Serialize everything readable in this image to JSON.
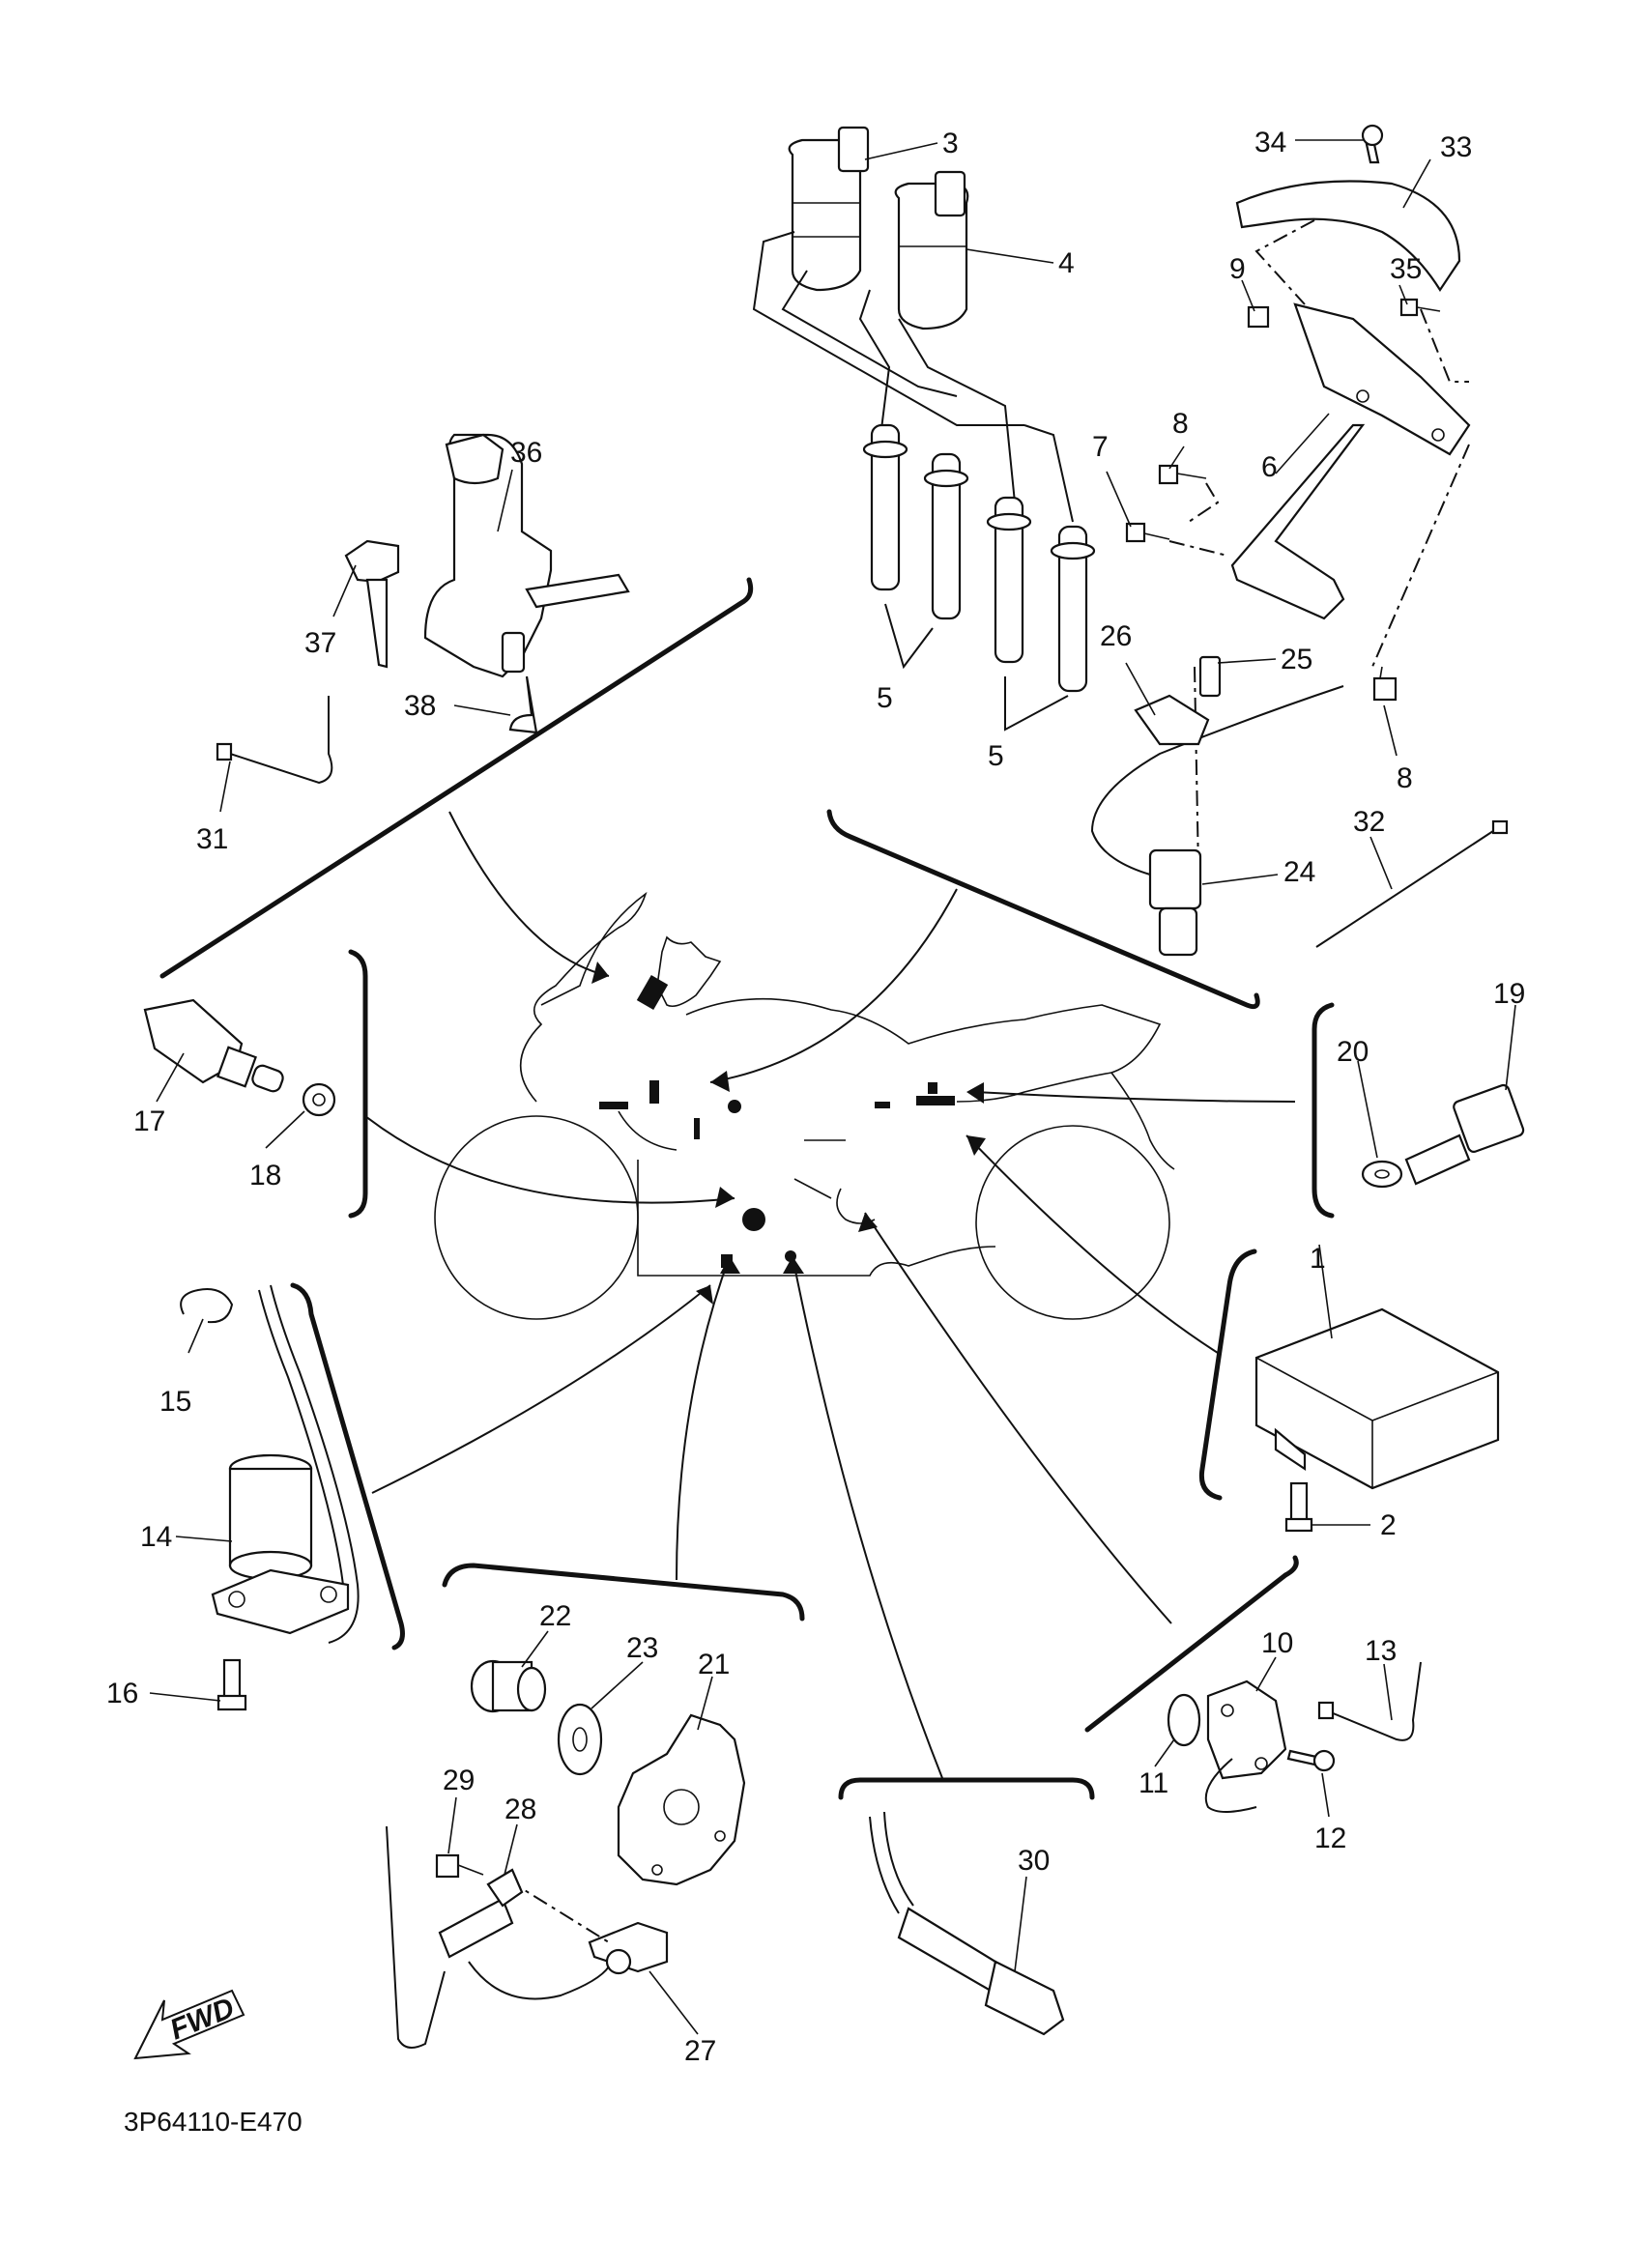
{
  "diagram": {
    "code": "3P64110-E470",
    "fwd_badge": "FWD"
  },
  "callouts": {
    "n1": "1",
    "n2": "2",
    "n3": "3",
    "n4": "4",
    "n5a": "5",
    "n5b": "5",
    "n6": "6",
    "n7": "7",
    "n8a": "8",
    "n8b": "8",
    "n9": "9",
    "n10": "10",
    "n11": "11",
    "n12": "12",
    "n13": "13",
    "n14": "14",
    "n15": "15",
    "n16": "16",
    "n17": "17",
    "n18": "18",
    "n19": "19",
    "n20": "20",
    "n21": "21",
    "n22": "22",
    "n23": "23",
    "n24": "24",
    "n25": "25",
    "n26": "26",
    "n27": "27",
    "n28": "28",
    "n29": "29",
    "n30": "30",
    "n31": "31",
    "n32": "32",
    "n33": "33",
    "n34": "34",
    "n35": "35",
    "n36": "36",
    "n37": "37",
    "n38": "38"
  },
  "icons": {
    "fwd_arrow": "fwd-arrow-icon",
    "motorcycle": "motorcycle-outline-icon"
  }
}
